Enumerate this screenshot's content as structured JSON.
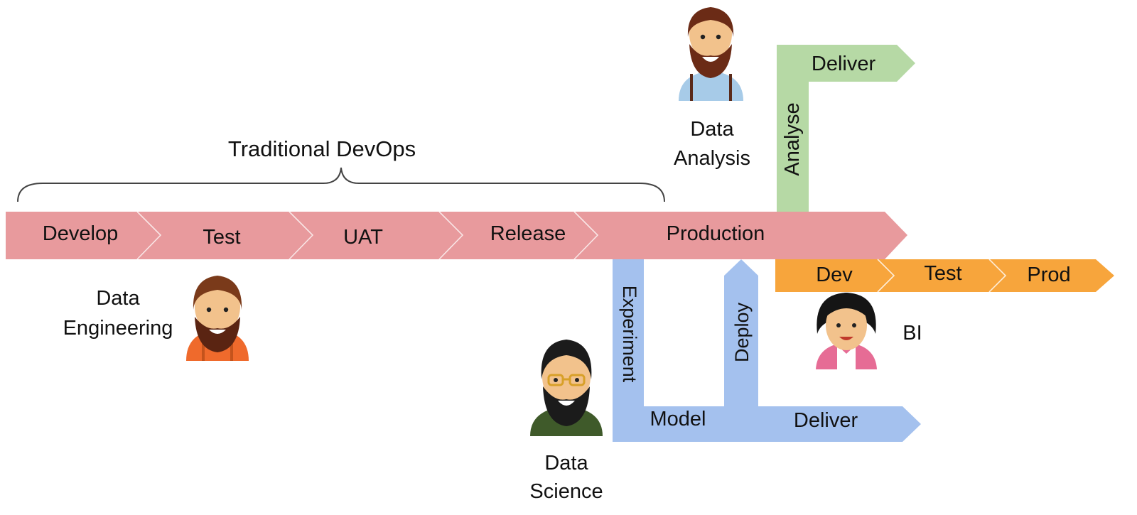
{
  "title": "Traditional DevOps",
  "colors": {
    "pipeline": "#e89a9d",
    "data_science": "#a4c1ee",
    "analysis": "#b6d9a5",
    "bi": "#f7a53c",
    "text": "#111111",
    "brace": "#444444"
  },
  "pipeline": {
    "stages": [
      "Develop",
      "Test",
      "UAT",
      "Release",
      "Production"
    ]
  },
  "analysis_flow": {
    "vertical_label": "Analyse",
    "arrow_label": "Deliver"
  },
  "bi_flow": {
    "stages": [
      "Dev",
      "Test",
      "Prod"
    ]
  },
  "data_science_flow": {
    "experiment_label": "Experiment",
    "deploy_label": "Deploy",
    "model_label": "Model",
    "deliver_label": "Deliver"
  },
  "personas": {
    "data_engineering": [
      "Data",
      "Engineering"
    ],
    "data_analysis": [
      "Data",
      "Analysis"
    ],
    "data_science": [
      "Data",
      "Science"
    ],
    "bi": "BI"
  },
  "icons": {
    "data_engineering": "bearded-man-orange-shirt-icon",
    "data_analysis": "bearded-man-suspenders-icon",
    "data_science": "bearded-man-glasses-icon",
    "bi": "woman-pink-shirt-icon"
  }
}
